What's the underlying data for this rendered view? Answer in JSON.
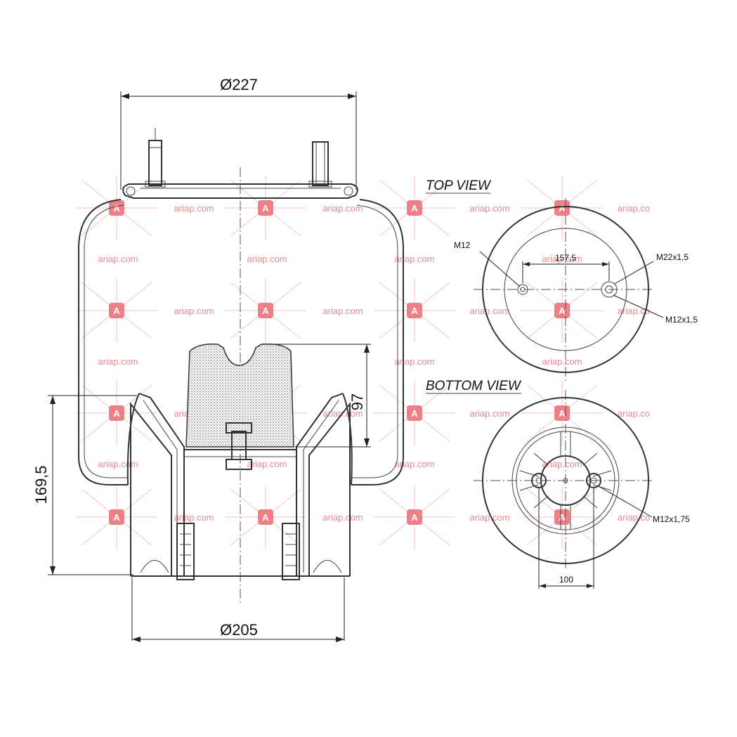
{
  "dimensions": {
    "top_diameter": "Ø227",
    "bottom_diameter": "Ø205",
    "height": "169,5",
    "piston_height": "97"
  },
  "top_view": {
    "title": "TOP VIEW",
    "bolt_spacing": "157,5",
    "left_stud": "M12",
    "air_fitting": "M22x1,5",
    "right_stud": "M12x1,5"
  },
  "bottom_view": {
    "title": "BOTTOM VIEW",
    "bolt_spacing": "100",
    "thread": "M12x1,75"
  },
  "watermark": {
    "text": "ariap.com",
    "text_cut": "ariap.co",
    "badge": "A",
    "color": "#ef7f86"
  }
}
